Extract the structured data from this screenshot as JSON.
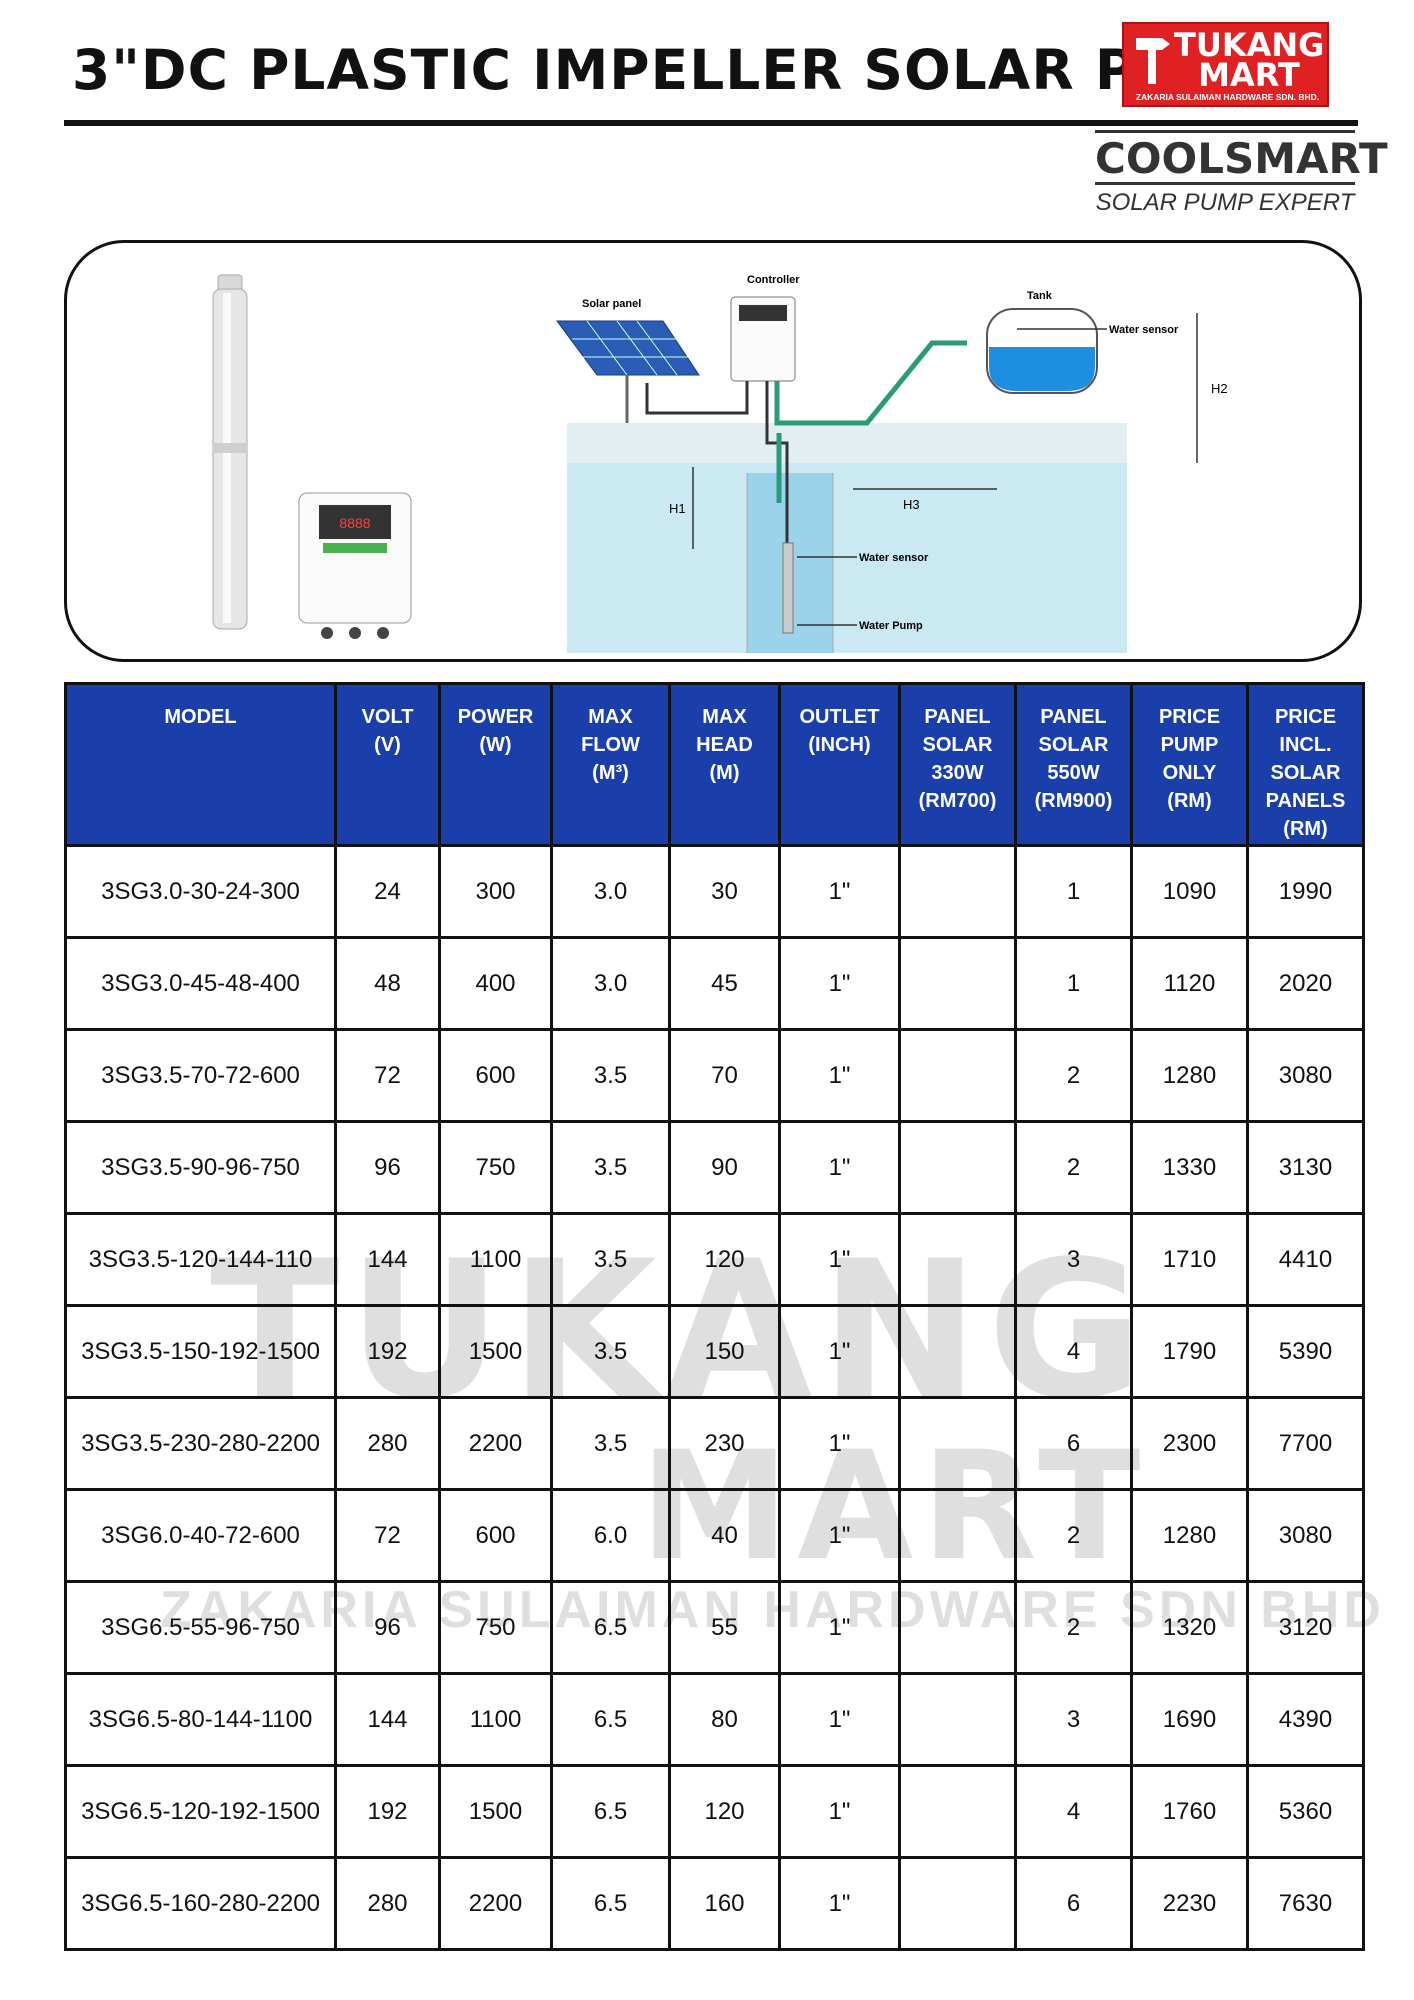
{
  "header": {
    "title": "3\"DC PLASTIC IMPELLER SOLAR PUMP"
  },
  "brand": {
    "logo_name": "TUKANG MART",
    "logo_sub": "ZAKARIA SULAIMAN HARDWARE SDN. BHD.",
    "coolsmart_name": "COOLSMART",
    "coolsmart_tagline": "SOLAR PUMP EXPERT",
    "colors": {
      "logo_red": "#e02124",
      "table_header_blue": "#1a3faa"
    }
  },
  "diagram": {
    "controller_label": "Controller",
    "solar_panel_label": "Solar panel",
    "tank_label": "Tank",
    "water_sensor_top": "Water sensor",
    "water_sensor_well": "Water sensor",
    "water_pump_label": "Water Pump",
    "h1": "H1",
    "h2": "H2",
    "h3": "H3",
    "controller_display": "8888"
  },
  "table": {
    "headers": {
      "model": "MODEL",
      "volt": [
        "VOLT",
        "(V)"
      ],
      "power": [
        "POWER",
        "(W)"
      ],
      "flow": [
        "MAX",
        "FLOW",
        "(M³)"
      ],
      "head": [
        "MAX",
        "HEAD",
        "(M)"
      ],
      "outlet": [
        "OUTLET",
        "(INCH)"
      ],
      "panel330": [
        "PANEL",
        "SOLAR",
        "330W",
        "(RM700)"
      ],
      "panel550": [
        "PANEL",
        "SOLAR",
        "550W",
        "(RM900)"
      ],
      "price_pump": [
        "PRICE",
        "PUMP",
        "ONLY",
        "(RM)"
      ],
      "price_incl": [
        "PRICE",
        "INCL.",
        "SOLAR",
        "PANELS",
        "(RM)"
      ]
    },
    "rows": [
      {
        "model": "3SG3.0-30-24-300",
        "volt": "24",
        "power": "300",
        "flow": "3.0",
        "head": "30",
        "outlet": "1\"",
        "panel330": "",
        "panel550": "1",
        "price_pump": "1090",
        "price_incl": "1990"
      },
      {
        "model": "3SG3.0-45-48-400",
        "volt": "48",
        "power": "400",
        "flow": "3.0",
        "head": "45",
        "outlet": "1\"",
        "panel330": "",
        "panel550": "1",
        "price_pump": "1120",
        "price_incl": "2020"
      },
      {
        "model": "3SG3.5-70-72-600",
        "volt": "72",
        "power": "600",
        "flow": "3.5",
        "head": "70",
        "outlet": "1\"",
        "panel330": "",
        "panel550": "2",
        "price_pump": "1280",
        "price_incl": "3080"
      },
      {
        "model": "3SG3.5-90-96-750",
        "volt": "96",
        "power": "750",
        "flow": "3.5",
        "head": "90",
        "outlet": "1\"",
        "panel330": "",
        "panel550": "2",
        "price_pump": "1330",
        "price_incl": "3130"
      },
      {
        "model": "3SG3.5-120-144-110",
        "volt": "144",
        "power": "1100",
        "flow": "3.5",
        "head": "120",
        "outlet": "1\"",
        "panel330": "",
        "panel550": "3",
        "price_pump": "1710",
        "price_incl": "4410"
      },
      {
        "model": "3SG3.5-150-192-1500",
        "volt": "192",
        "power": "1500",
        "flow": "3.5",
        "head": "150",
        "outlet": "1\"",
        "panel330": "",
        "panel550": "4",
        "price_pump": "1790",
        "price_incl": "5390"
      },
      {
        "model": "3SG3.5-230-280-2200",
        "volt": "280",
        "power": "2200",
        "flow": "3.5",
        "head": "230",
        "outlet": "1\"",
        "panel330": "",
        "panel550": "6",
        "price_pump": "2300",
        "price_incl": "7700"
      },
      {
        "model": "3SG6.0-40-72-600",
        "volt": "72",
        "power": "600",
        "flow": "6.0",
        "head": "40",
        "outlet": "1\"",
        "panel330": "",
        "panel550": "2",
        "price_pump": "1280",
        "price_incl": "3080"
      },
      {
        "model": "3SG6.5-55-96-750",
        "volt": "96",
        "power": "750",
        "flow": "6.5",
        "head": "55",
        "outlet": "1\"",
        "panel330": "",
        "panel550": "2",
        "price_pump": "1320",
        "price_incl": "3120"
      },
      {
        "model": "3SG6.5-80-144-1100",
        "volt": "144",
        "power": "1100",
        "flow": "6.5",
        "head": "80",
        "outlet": "1\"",
        "panel330": "",
        "panel550": "3",
        "price_pump": "1690",
        "price_incl": "4390"
      },
      {
        "model": "3SG6.5-120-192-1500",
        "volt": "192",
        "power": "1500",
        "flow": "6.5",
        "head": "120",
        "outlet": "1\"",
        "panel330": "",
        "panel550": "4",
        "price_pump": "1760",
        "price_incl": "5360"
      },
      {
        "model": "3SG6.5-160-280-2200",
        "volt": "280",
        "power": "2200",
        "flow": "6.5",
        "head": "160",
        "outlet": "1\"",
        "panel330": "",
        "panel550": "6",
        "price_pump": "2230",
        "price_incl": "7630"
      }
    ]
  },
  "watermark": {
    "line1": "TUKANG",
    "line2": "MART",
    "line3": "ZAKARIA SULAIMAN HARDWARE SDN BHD"
  }
}
